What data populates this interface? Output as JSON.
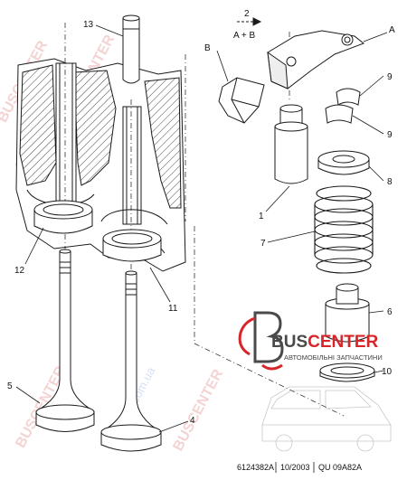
{
  "callouts": {
    "c13": "13",
    "c2": "2",
    "c2_sub": "A + B",
    "cA": "A",
    "cB": "B",
    "c9a": "9",
    "c9b": "9",
    "c8": "8",
    "c1": "1",
    "c7": "7",
    "c12": "12",
    "c11": "11",
    "c6": "6",
    "c10": "10",
    "c5": "5",
    "c4": "4"
  },
  "footer": {
    "ref": "6124382A",
    "date": "10/2003",
    "code": "QU 09A82A"
  },
  "watermark": {
    "brand_dark": "BUS",
    "brand_red": "CENTER",
    "tagline": "АВТОМОБІЛЬНІ ЗАПЧАСТИНИ",
    "diag_text": "BUSCENTER",
    "site_text": ".com.ua"
  },
  "colors": {
    "line": "#1a1a1a",
    "fill": "#ffffff",
    "hatch_fill": "#f2f2f2",
    "brand_red": "#d8252a",
    "brand_dark": "#4a4a4a"
  }
}
